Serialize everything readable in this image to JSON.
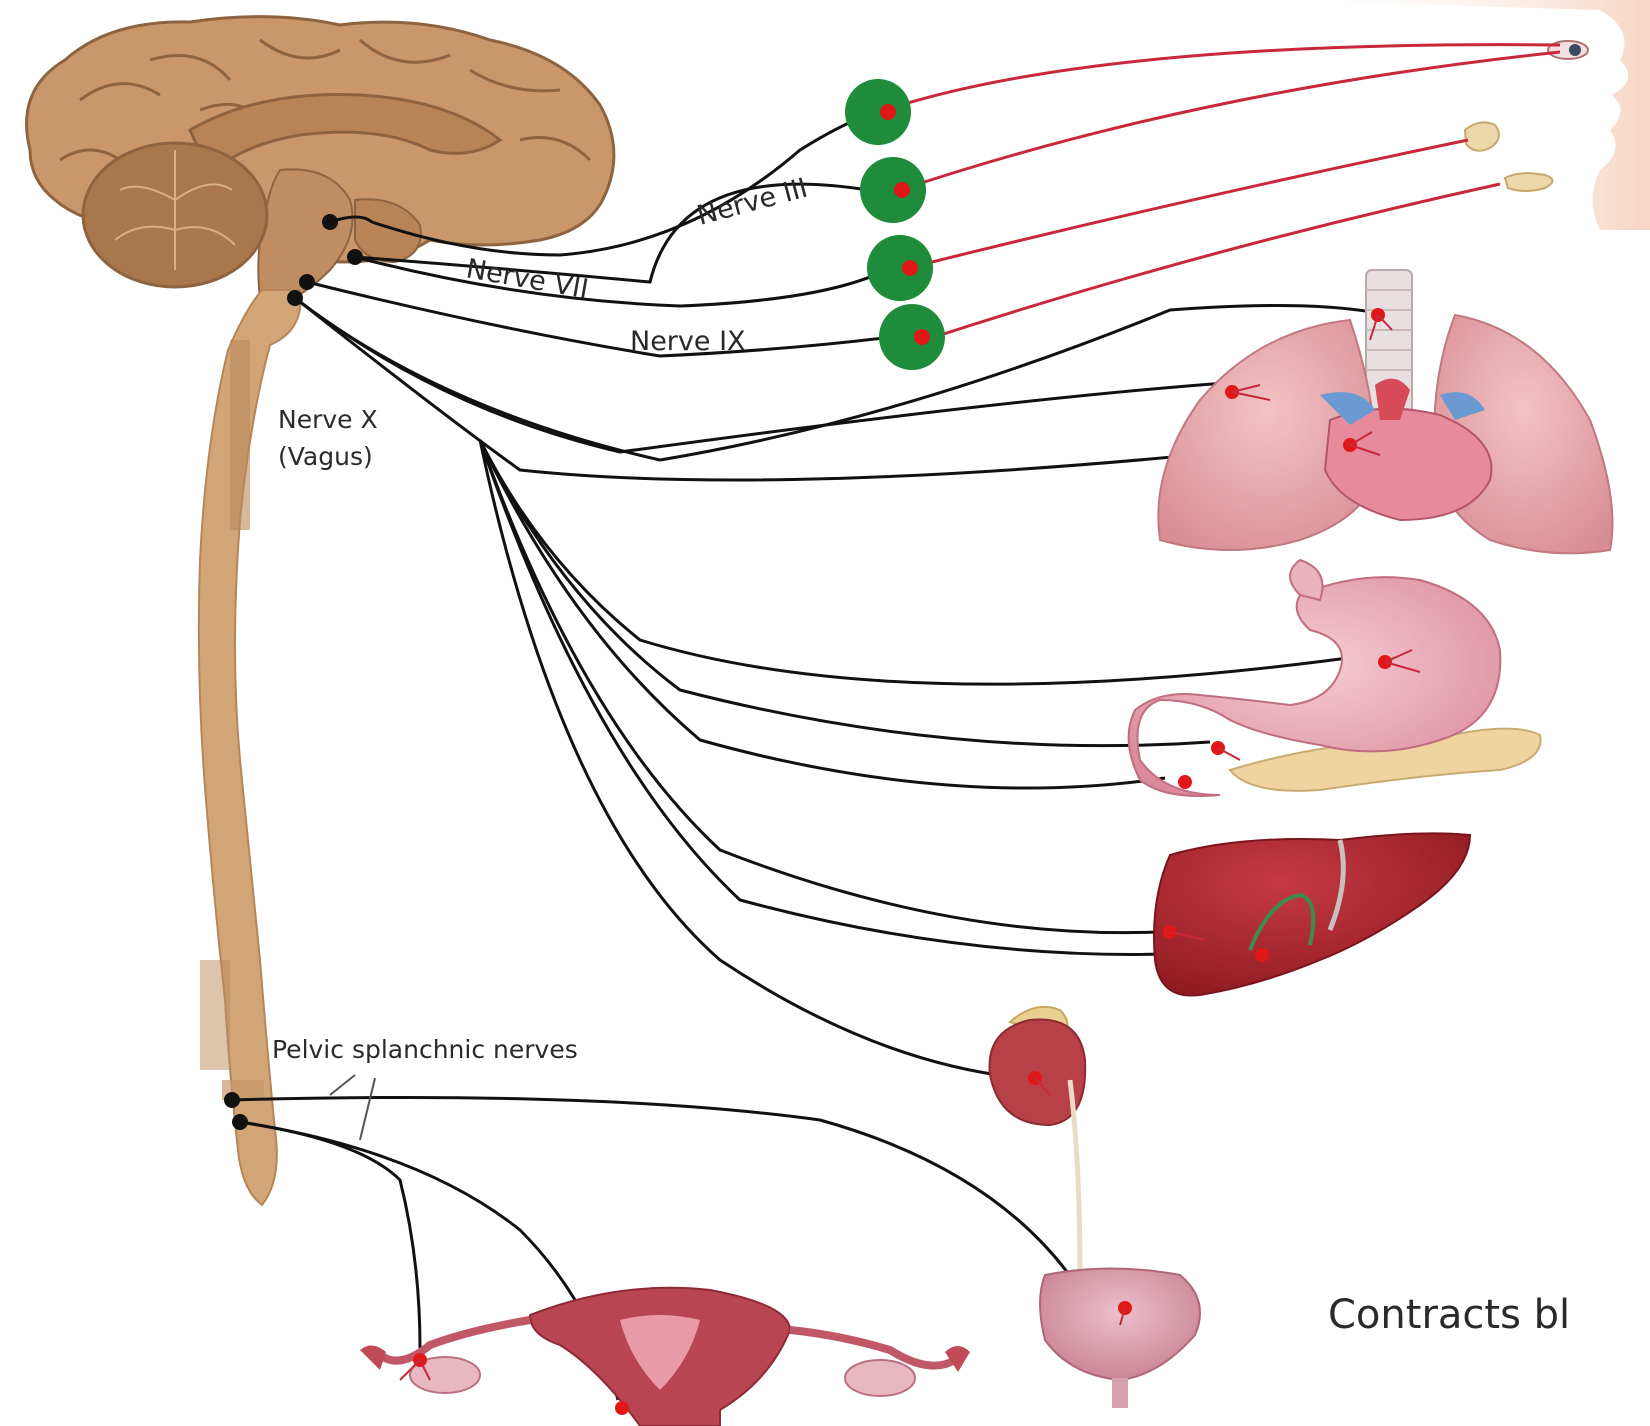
{
  "labels": {
    "nerve_iii": "Nerve III",
    "nerve_vii": "Nerve VII",
    "nerve_ix": "Nerve IX",
    "nerve_x_line1": "Nerve X",
    "nerve_x_line2": "(Vagus)",
    "pelvic": "Pelvic splanchnic nerves",
    "contracts": "Contracts bl"
  },
  "colors": {
    "brain": "#c9976a",
    "spinal_cord": "#d2a577",
    "ganglion": "#1e8c3a",
    "postganglionic_fiber": "#c8283a",
    "preganglionic_fiber": "#111111",
    "synapse_dot": "#e01818",
    "lung": "#e7a3a8",
    "stomach": "#eaa5b0",
    "liver": "#a8222c",
    "kidney": "#b84048",
    "bladder": "#d897a6",
    "uterus": "#b94452"
  }
}
